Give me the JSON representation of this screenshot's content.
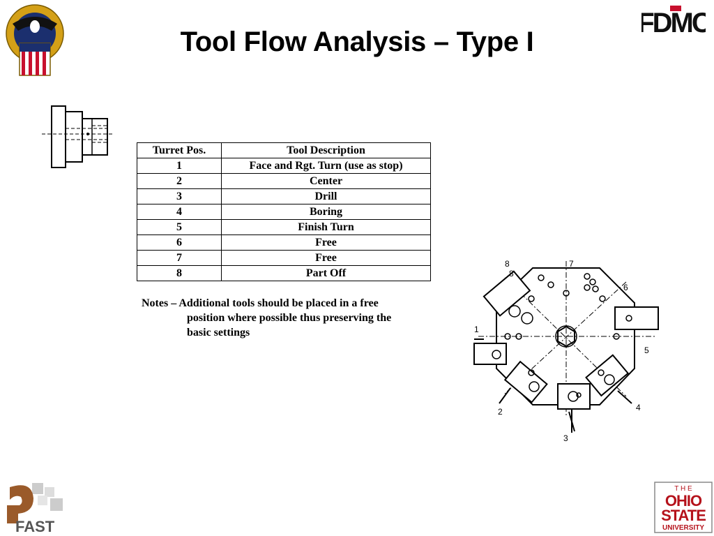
{
  "title": "Tool Flow Analysis – Type I",
  "table": {
    "headers": [
      "Turret Pos.",
      "Tool Description"
    ],
    "rows": [
      {
        "pos": "1",
        "desc": "Face and Rgt. Turn (use as stop)"
      },
      {
        "pos": "2",
        "desc": "Center"
      },
      {
        "pos": "3",
        "desc": "Drill"
      },
      {
        "pos": "4",
        "desc": "Boring"
      },
      {
        "pos": "5",
        "desc": "Finish Turn"
      },
      {
        "pos": "6",
        "desc": "Free"
      },
      {
        "pos": "7",
        "desc": "Free"
      },
      {
        "pos": "8",
        "desc": "Part Off"
      }
    ]
  },
  "notes": {
    "lead": "Notes – Additional tools should be placed in a free",
    "line2": "position where possible thus preserving the",
    "line3": "basic settings"
  },
  "turret_labels": [
    "1",
    "2",
    "3",
    "4",
    "5",
    "6",
    "7",
    "8",
    "8"
  ],
  "logos": {
    "fdmc": "FDMC",
    "fast": "FAST",
    "osu_the": "T H E",
    "osu_ohio": "OHIO",
    "osu_state": "STATE",
    "osu_university": "UNIVERSITY"
  },
  "colors": {
    "osu_red": "#b5121b",
    "dla_blue": "#1b2f6e",
    "dla_gold": "#d4a017",
    "fast_brown": "#9a5a2a"
  }
}
